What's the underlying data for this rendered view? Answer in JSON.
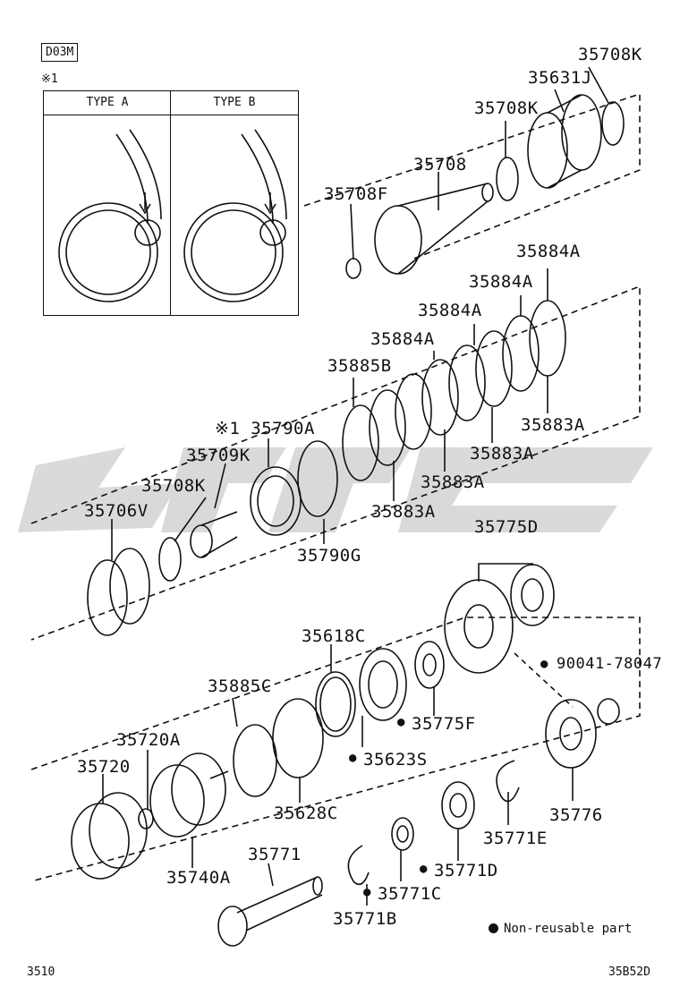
{
  "code_tag": "D03M",
  "note_mark": "※1",
  "type_a": "TYPE A",
  "type_b": "TYPE B",
  "legend_text": "Non-reusable part",
  "page_left": "3510",
  "page_right": "35B52D",
  "labels": {
    "p35708K_top": "35708K",
    "p35631J": "35631J",
    "p35708K_mid": "35708K",
    "p35708": "35708",
    "p35708F": "35708F",
    "p35884A_1": "35884A",
    "p35884A_2": "35884A",
    "p35884A_3": "35884A",
    "p35884A_4": "35884A",
    "p35885B": "35885B",
    "p35790A": "※1 35790A",
    "p35709K": "35709K",
    "p35708K_low": "35708K",
    "p35706V": "35706V",
    "p35883A_1": "35883A",
    "p35883A_2": "35883A",
    "p35883A_3": "35883A",
    "p35883A_4": "35883A",
    "p35790G": "35790G",
    "p35775D": "35775D",
    "p35618C": "35618C",
    "p90041": "90041-78047",
    "p35885C": "35885C",
    "p35775F": "35775F",
    "p35720A": "35720A",
    "p35623S": "35623S",
    "p35720": "35720",
    "p35628C": "35628C",
    "p35776": "35776",
    "p35771E": "35771E",
    "p35740A": "35740A",
    "p35771": "35771",
    "p35771D": "35771D",
    "p35771C": "35771C",
    "p35771B": "35771B"
  }
}
